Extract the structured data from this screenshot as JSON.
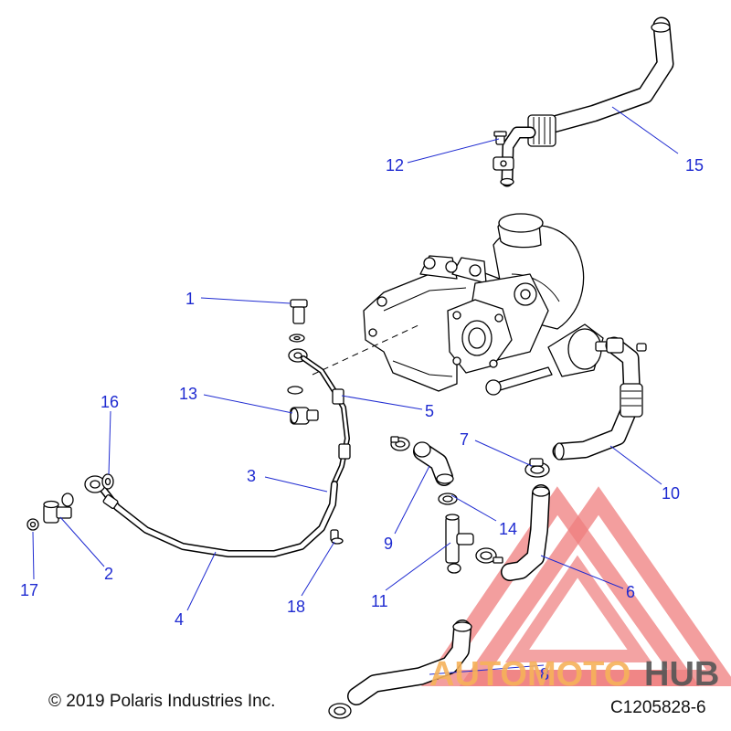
{
  "callouts": [
    {
      "num": "1"
    },
    {
      "num": "2"
    },
    {
      "num": "3"
    },
    {
      "num": "4"
    },
    {
      "num": "5"
    },
    {
      "num": "6"
    },
    {
      "num": "7"
    },
    {
      "num": "8"
    },
    {
      "num": "9"
    },
    {
      "num": "10"
    },
    {
      "num": "11"
    },
    {
      "num": "12"
    },
    {
      "num": "13"
    },
    {
      "num": "14"
    },
    {
      "num": "15"
    },
    {
      "num": "16"
    },
    {
      "num": "17"
    },
    {
      "num": "18"
    }
  ],
  "footer": {
    "copyright": "© 2019 Polaris Industries Inc.",
    "drawing_id": "C1205828-6"
  },
  "watermark": {
    "word_a": "AUTOMOTO",
    "word_b": "HUB",
    "triangle_color": "#e85a5a",
    "text_color_a": "#f6b25a",
    "text_color_b": "#555555"
  },
  "colors": {
    "callout": "#1f2bd1",
    "line": "#000000"
  }
}
